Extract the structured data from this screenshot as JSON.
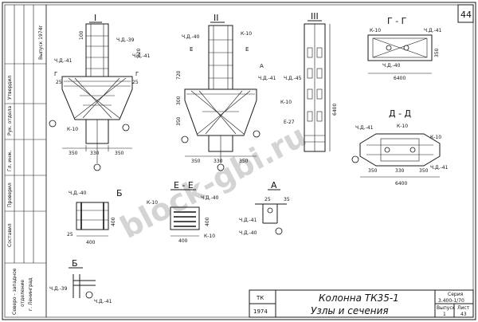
{
  "sheet_number": "44",
  "side_stamp": {
    "title": "Выпуск 1974г",
    "roles": [
      "Утвердил",
      "Рук. отдела",
      "Гл. инж.",
      "Проверил",
      "Составил"
    ],
    "org": [
      "Северо - западное",
      "отделение",
      "г. Ленинград"
    ]
  },
  "title_block": {
    "code": "ТК",
    "year": "1974",
    "title": "Колонна ТК35-1",
    "subtitle": "Узлы и сечения",
    "series_label": "Серия",
    "series": "3.400-1/70",
    "vypusk_label": "Выпуск",
    "vypusk": "1",
    "list_label": "Лист",
    "list": "43"
  },
  "views": {
    "I": {
      "label": "I",
      "dims": [
        "350",
        "330",
        "350"
      ],
      "marks": [
        "Ч.Д.-39",
        "Ч.Д.-41",
        "Ч.Д.-41",
        "Г",
        "Г",
        "К-10",
        "25",
        "25",
        "720",
        "100"
      ]
    },
    "II": {
      "label": "II",
      "dims": [
        "350",
        "330",
        "350"
      ],
      "marks": [
        "Ч.Д.-40",
        "К-10",
        "Е",
        "Е",
        "А",
        "Ч.Д.-41",
        "720",
        "300",
        "350"
      ]
    },
    "III": {
      "label": "III",
      "marks": [
        "Ч.Д.-45",
        "К-10",
        "Е-27",
        "6400"
      ]
    },
    "GG": {
      "label": "Г - Г",
      "marks": [
        "К-10",
        "Ч.Д.-41",
        "350",
        "6400",
        "Ч.Д.-40"
      ]
    },
    "DD": {
      "label": "Д - Д",
      "marks": [
        "Ч.Д.-41",
        "К-10",
        "К-10",
        "350",
        "330",
        "350",
        "6400",
        "Ч.Д.-41"
      ]
    },
    "EE": {
      "label": "Е - Е",
      "marks": [
        "К-10",
        "Ч.Д.-40",
        "К-10",
        "400",
        "400"
      ]
    },
    "A": {
      "label": "А",
      "marks": [
        "Ч.Д.-41",
        "Ч.Д.-40",
        "25",
        "35"
      ]
    },
    "B1": {
      "label": "Б",
      "marks": [
        "Ч.Д.-40",
        "25",
        "400",
        "400"
      ]
    },
    "B2": {
      "label": "Б",
      "marks": [
        "Ч.Д.-39",
        "Ч.Д.-41"
      ]
    }
  },
  "watermark": "block-gbi.ru"
}
